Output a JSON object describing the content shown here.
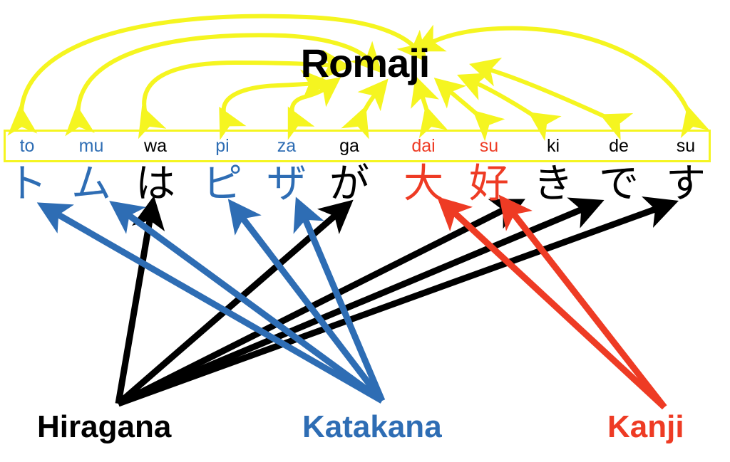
{
  "title": "Romaji",
  "colors": {
    "katakana_blue": "#2E6DB4",
    "kanji_red": "#EE3B24",
    "hiragana_black": "#000000",
    "romaji_yellow": "#F5F520",
    "background": "#FFFFFF"
  },
  "romaji_box": {
    "border_color": "#F5F520",
    "syllables": [
      {
        "text": "to",
        "color": "#2E6DB4",
        "script": "katakana"
      },
      {
        "text": "mu",
        "color": "#2E6DB4",
        "script": "katakana"
      },
      {
        "text": "wa",
        "color": "#000000",
        "script": "hiragana"
      },
      {
        "text": "pi",
        "color": "#2E6DB4",
        "script": "katakana"
      },
      {
        "text": "za",
        "color": "#2E6DB4",
        "script": "katakana"
      },
      {
        "text": "ga",
        "color": "#000000",
        "script": "hiragana"
      },
      {
        "text": "dai",
        "color": "#EE3B24",
        "script": "kanji"
      },
      {
        "text": "su",
        "color": "#EE3B24",
        "script": "kanji"
      },
      {
        "text": "ki",
        "color": "#000000",
        "script": "hiragana"
      },
      {
        "text": "de",
        "color": "#000000",
        "script": "hiragana"
      },
      {
        "text": "su",
        "color": "#000000",
        "script": "hiragana"
      }
    ]
  },
  "sentence": {
    "characters": [
      {
        "text": "ト",
        "color": "#2E6DB4",
        "script": "katakana"
      },
      {
        "text": "ム",
        "color": "#2E6DB4",
        "script": "katakana"
      },
      {
        "text": "は",
        "color": "#000000",
        "script": "hiragana"
      },
      {
        "text": "ピ",
        "color": "#2E6DB4",
        "script": "katakana"
      },
      {
        "text": "ザ",
        "color": "#2E6DB4",
        "script": "katakana"
      },
      {
        "text": "が",
        "color": "#000000",
        "script": "hiragana"
      },
      {
        "text": "大",
        "color": "#EE3B24",
        "script": "kanji"
      },
      {
        "text": "好",
        "color": "#EE3B24",
        "script": "kanji"
      },
      {
        "text": "き",
        "color": "#000000",
        "script": "hiragana"
      },
      {
        "text": "で",
        "color": "#000000",
        "script": "hiragana"
      },
      {
        "text": "す",
        "color": "#000000",
        "script": "hiragana"
      }
    ]
  },
  "legends": {
    "hiragana": {
      "label": "Hiragana",
      "color": "#000000"
    },
    "katakana": {
      "label": "Katakana",
      "color": "#2E6DB4"
    },
    "kanji": {
      "label": "Kanji",
      "color": "#EE3B24"
    }
  },
  "layout": {
    "columns_x": [
      38,
      128,
      218,
      312,
      402,
      490,
      594,
      686,
      776,
      868,
      962
    ]
  }
}
